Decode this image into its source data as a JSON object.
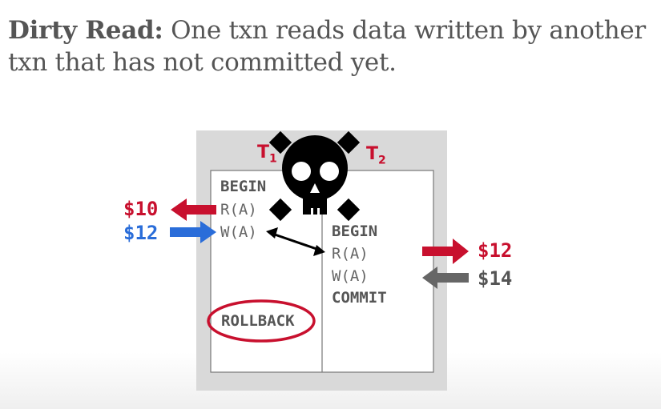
{
  "title": {
    "term": "Dirty Read:",
    "definition": " One txn reads data written by another txn that has not committed yet."
  },
  "diagram": {
    "t1_label": "T",
    "t1_sub": "1",
    "t2_label": "T",
    "t2_sub": "2",
    "t1_ops": [
      "BEGIN",
      "R(A)",
      "W(A)",
      "ROLLBACK"
    ],
    "t2_ops": [
      "BEGIN",
      "R(A)",
      "W(A)",
      "COMMIT"
    ],
    "values": {
      "t1_read": "$10",
      "t1_write": "$12",
      "t2_read": "$12",
      "t2_write": "$14"
    },
    "colors": {
      "red": "#c8102e",
      "blue": "#2a6dd9",
      "gray": "#666666"
    }
  }
}
